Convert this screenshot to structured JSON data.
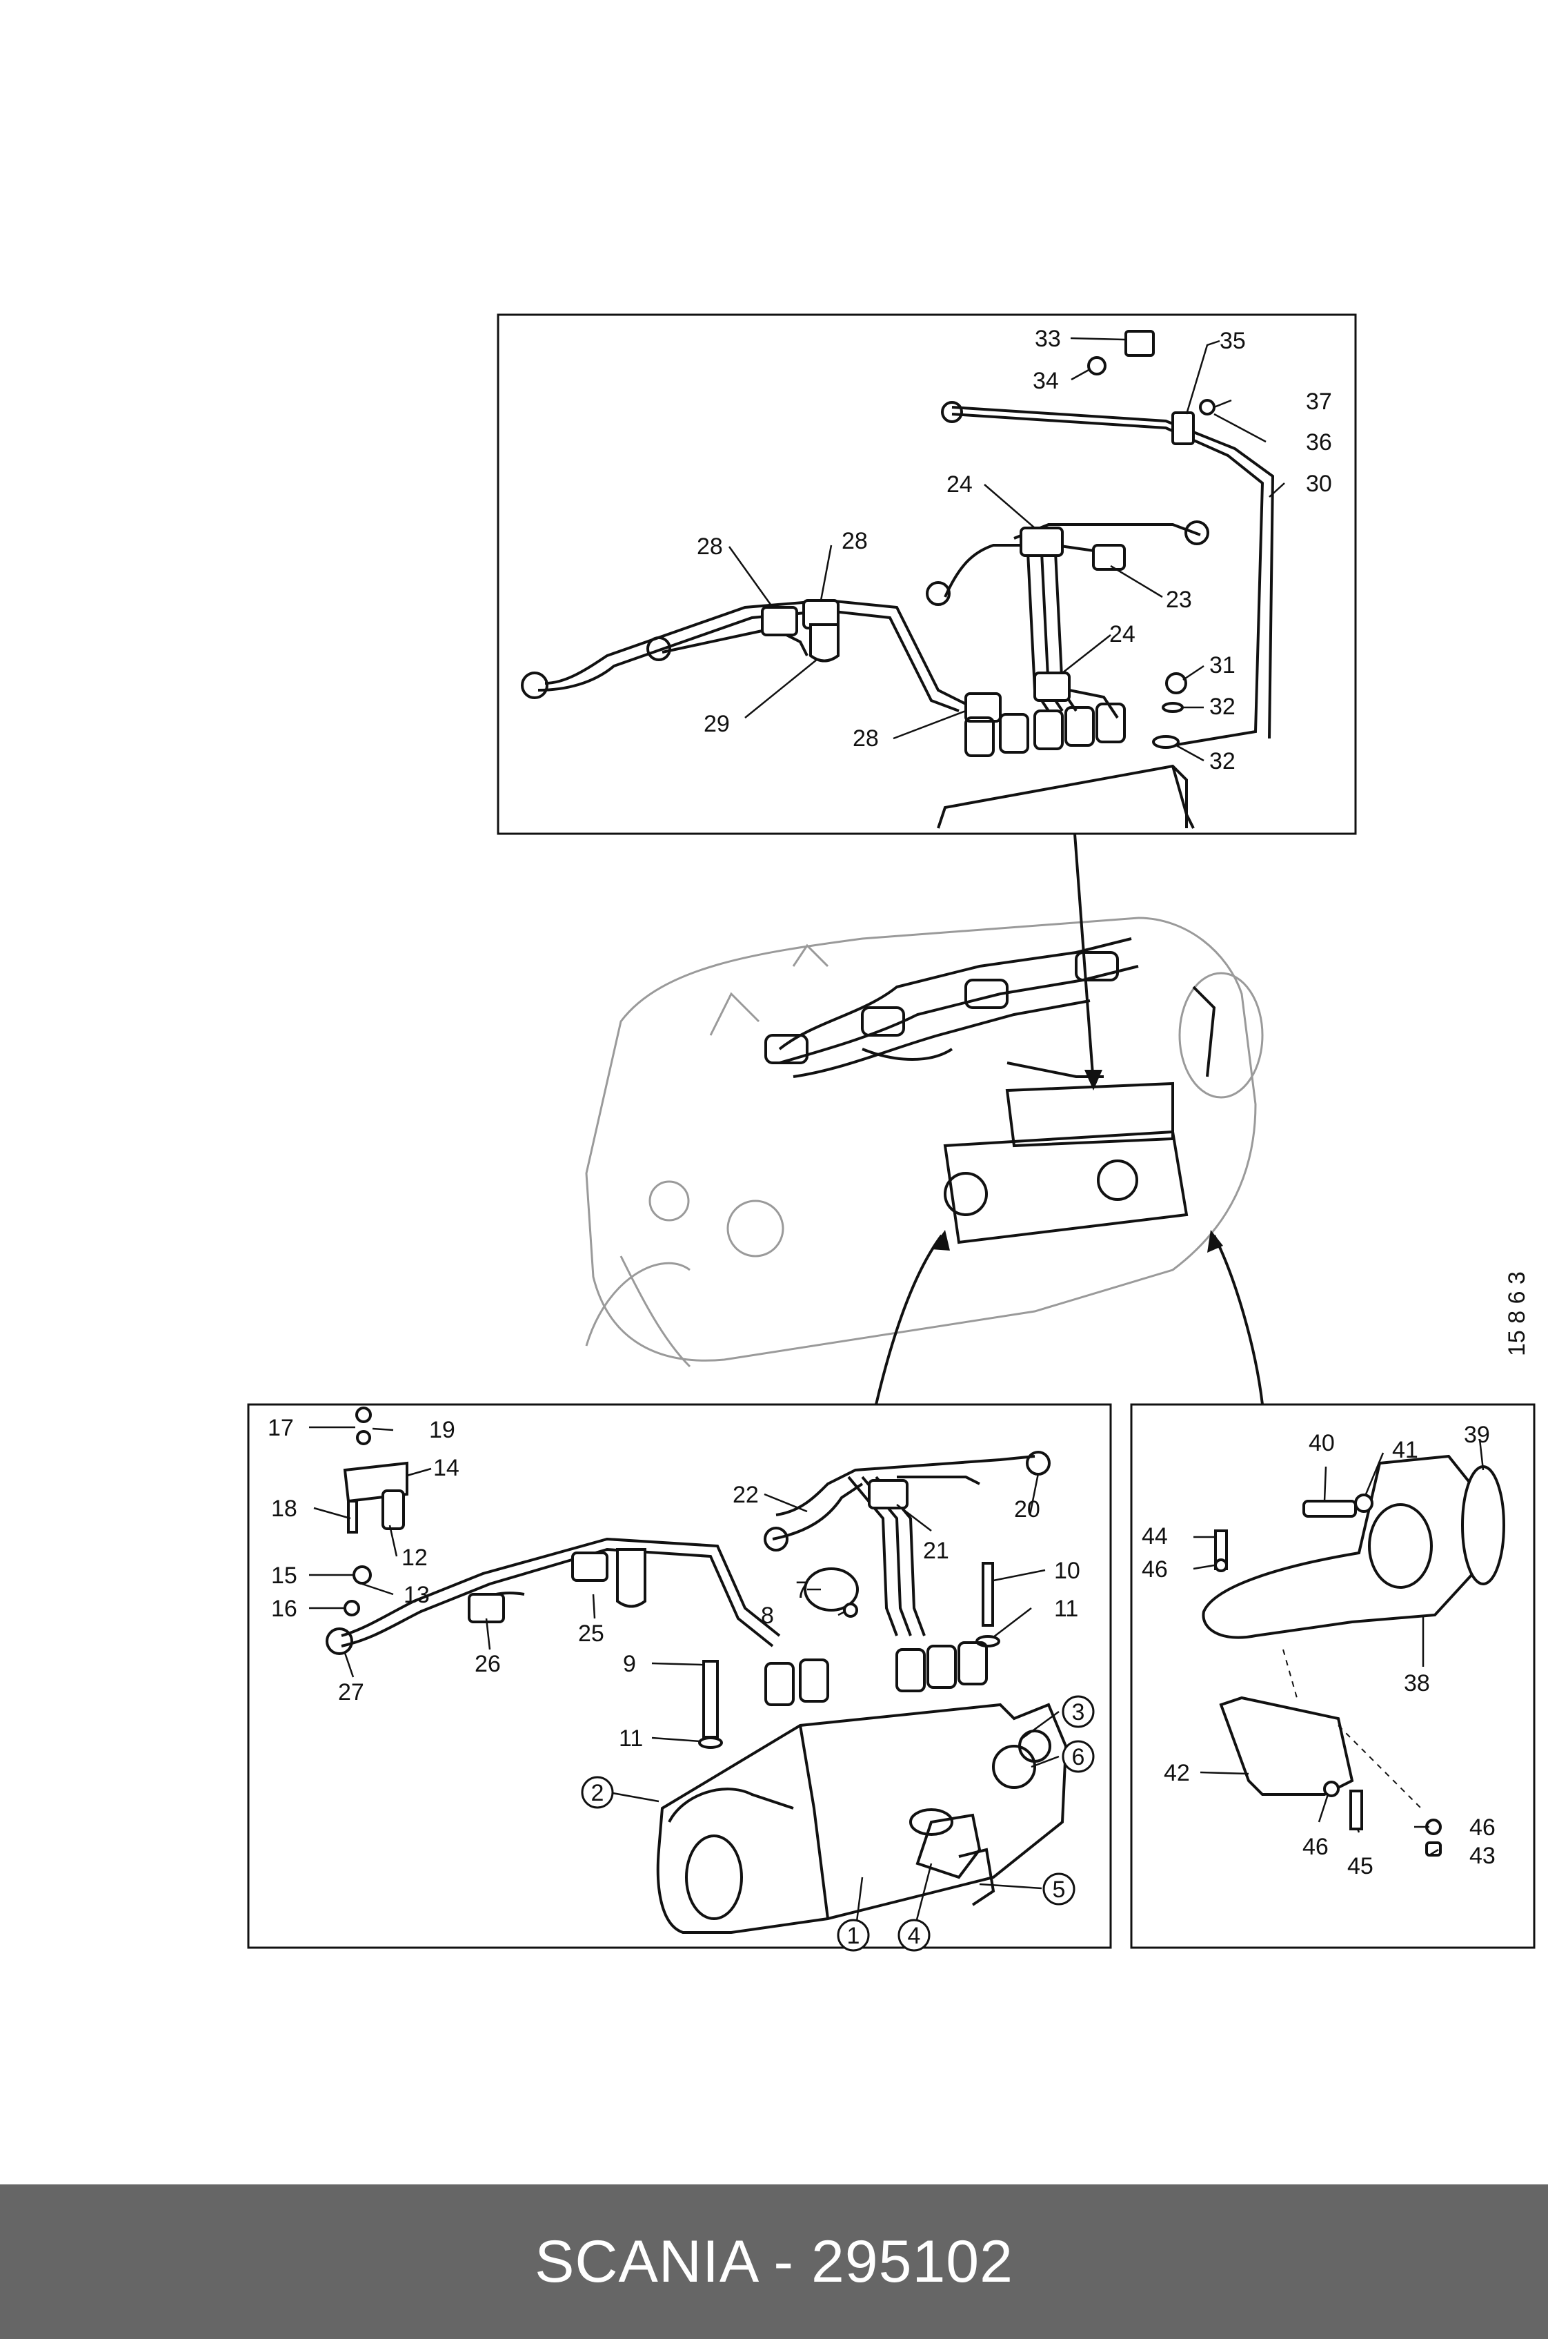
{
  "footer": {
    "brand": "SCANIA",
    "separator": " - ",
    "part_number": "295102"
  },
  "drawing_number": "15 8 6 3",
  "callouts_top": [
    "33",
    "34",
    "35",
    "36",
    "37",
    "30",
    "24",
    "23",
    "28",
    "28",
    "29",
    "24",
    "31",
    "32",
    "32",
    "28"
  ],
  "callouts_left": [
    "17",
    "19",
    "14",
    "18",
    "12",
    "13",
    "15",
    "16",
    "22",
    "21",
    "20",
    "7",
    "8",
    "10",
    "11",
    "9",
    "11",
    "25",
    "26",
    "27"
  ],
  "circled_callouts": [
    "3",
    "6",
    "2",
    "5",
    "1",
    "4"
  ],
  "callouts_right": [
    "40",
    "41",
    "39",
    "44",
    "46",
    "38",
    "42",
    "46",
    "45",
    "46",
    "43"
  ],
  "colors": {
    "line": "#111111",
    "footer_bg": "#666666",
    "footer_text": "#ffffff",
    "background": "#ffffff"
  }
}
